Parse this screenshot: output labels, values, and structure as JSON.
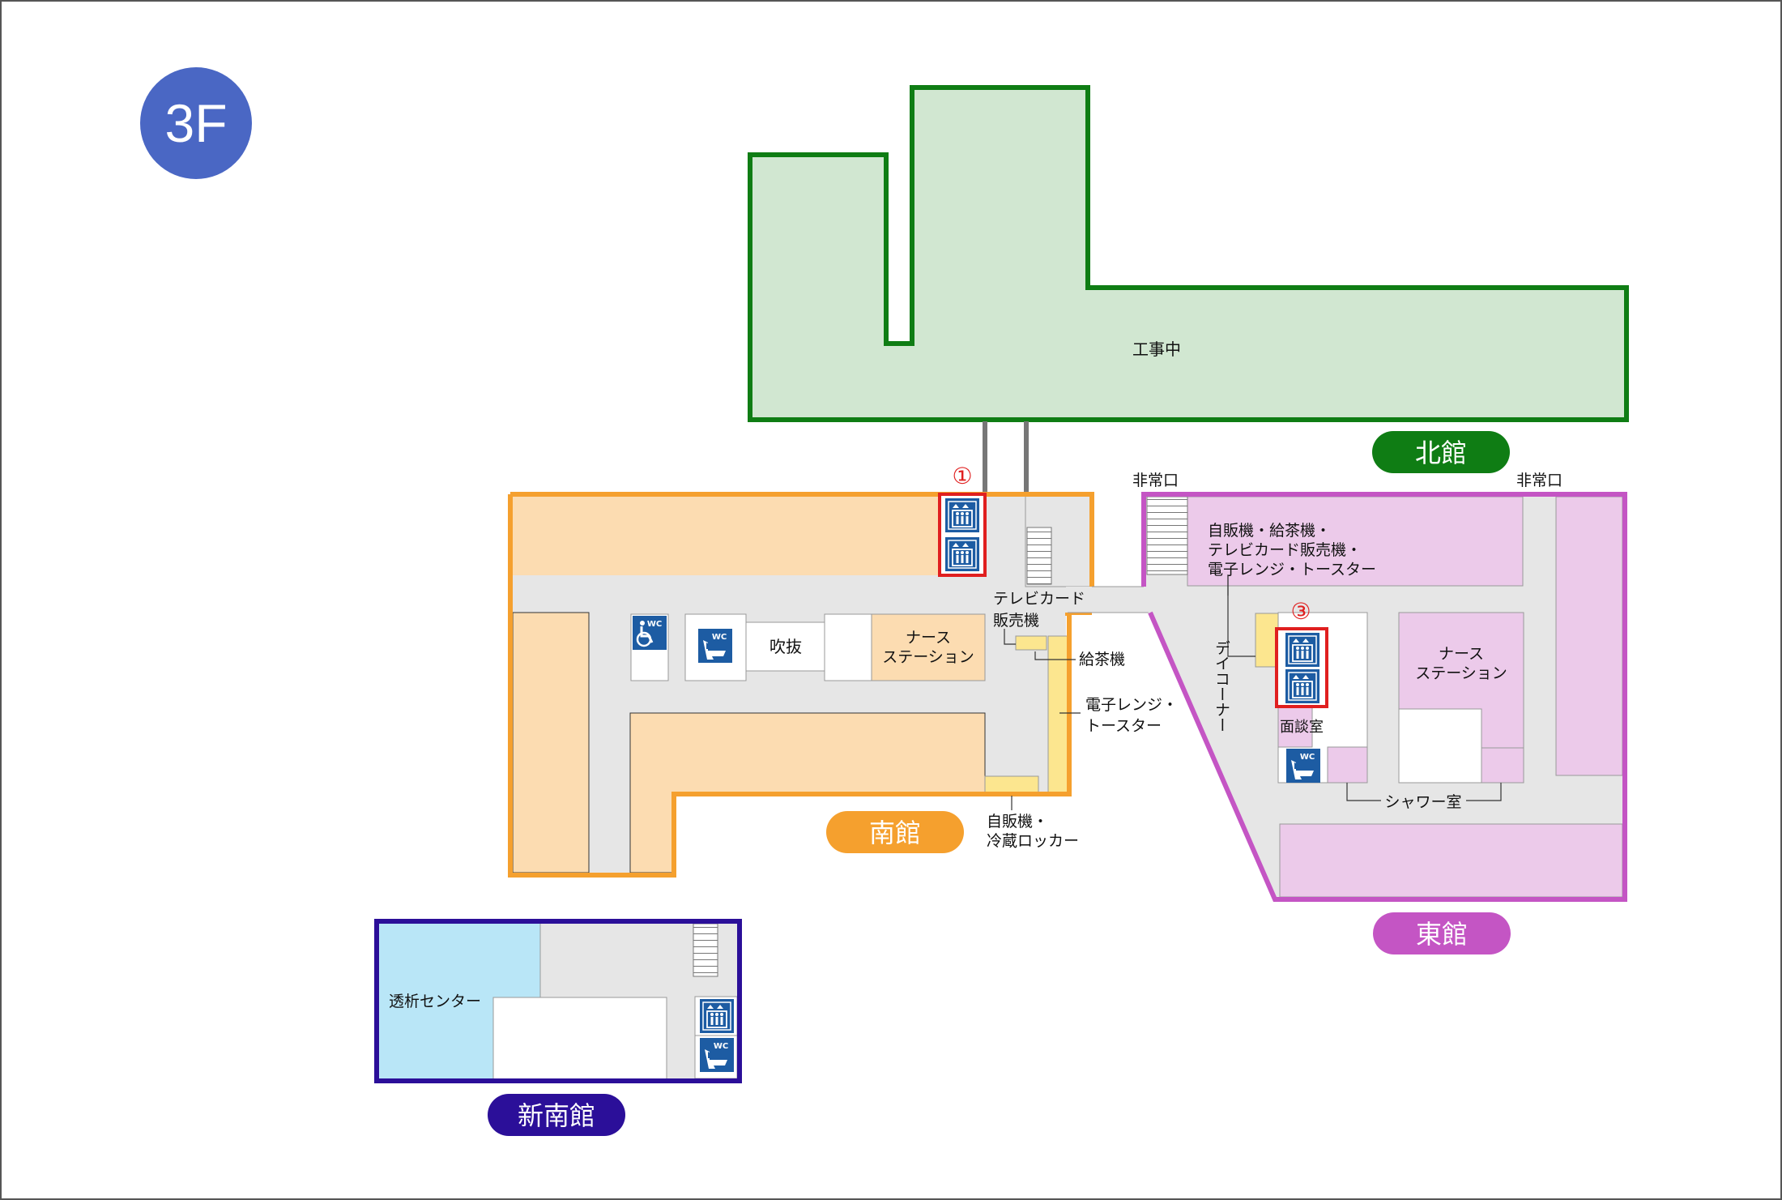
{
  "floor": {
    "label": "3F",
    "color": "#4a67c4"
  },
  "buildings": {
    "north": {
      "label": "北館",
      "color": "#0f7d14",
      "fill": "#d1e7d1",
      "area_text": "工事中"
    },
    "south": {
      "label": "南館",
      "color": "#f5a02e",
      "fill": "#fcdcb1"
    },
    "east": {
      "label": "東館",
      "color": "#c455c4",
      "fill": "#eccaea"
    },
    "new_south": {
      "label": "新南館",
      "color": "#2b0f99",
      "fill": "#b9e6f7"
    }
  },
  "labels": {
    "emergency_exit_left": "非常口",
    "emergency_exit_right": "非常口",
    "vending_east_1": "自販機・給茶機・",
    "vending_east_2": "テレビカード販売機・",
    "vending_east_3": "電子レンジ・トースター",
    "tvcard_1": "テレビカード",
    "tvcard_2": "販売機",
    "tea_machine": "給茶機",
    "microwave_1": "電子レンジ・",
    "microwave_2": "トースター",
    "vending_locker_1": "自販機・",
    "vending_locker_2": "冷蔵ロッカー",
    "atrium": "吹抜",
    "nurse_station_south_1": "ナース",
    "nurse_station_south_2": "ステーション",
    "nurse_station_east_1": "ナース",
    "nurse_station_east_2": "ステーション",
    "day_corner": "デイコーナー",
    "interview_room": "面談室",
    "shower_room": "シャワー室",
    "dialysis_center": "透析センター"
  },
  "markers": {
    "elevator_1": "①",
    "elevator_3": "③"
  },
  "icons": {
    "elevator": "elevator-icon",
    "wc": "wc-icon",
    "accessible_wc": "accessible-wc-icon",
    "stairs": "stairs-icon"
  },
  "colors": {
    "corridor": "#e6e6e6",
    "yellow_facility": "#fce68f",
    "icon_blue": "#1d5ca3",
    "marker_red": "#e01f1f"
  }
}
